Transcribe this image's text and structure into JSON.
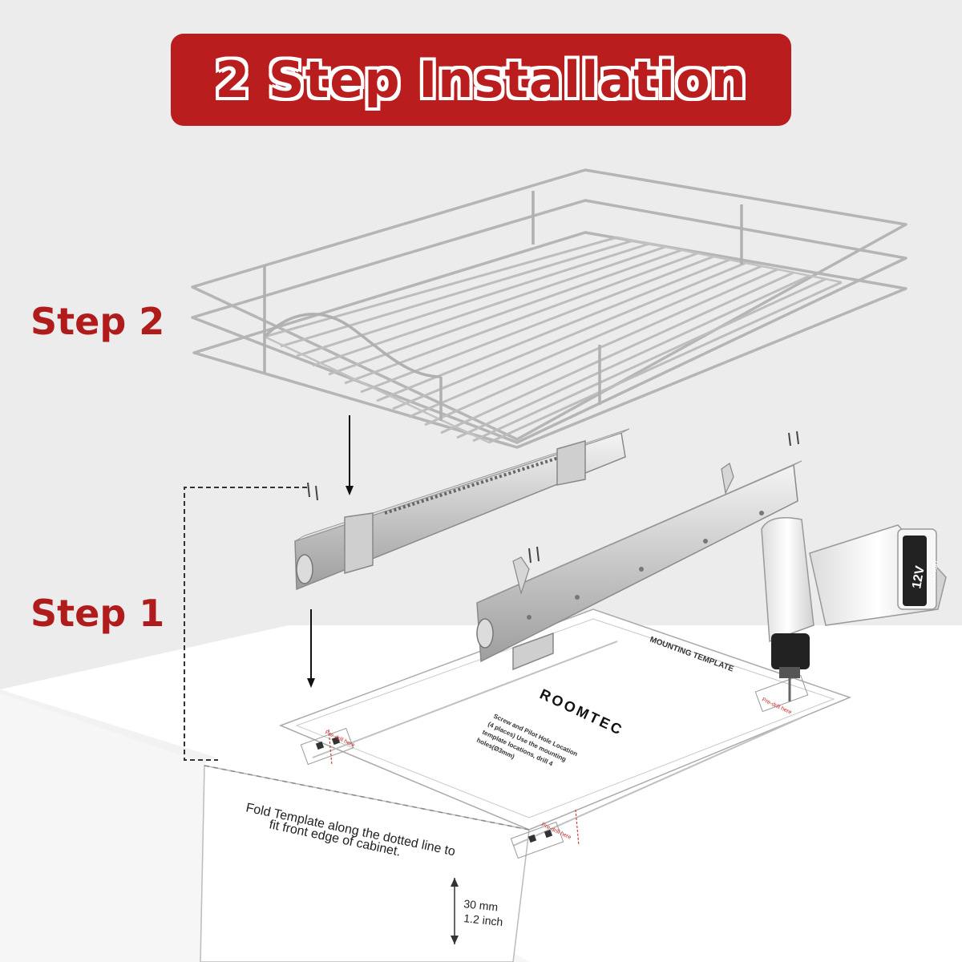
{
  "title": "2 Step Installation",
  "steps": {
    "step2": "Step 2",
    "step1": "Step 1"
  },
  "template": {
    "heading": "MOUNTING TEMPLATE",
    "brand": "ROOMTEC",
    "instructions": [
      "Screw and Pilot Hole Location",
      "(4 places) Use the mounting",
      "template locations, drill 4",
      "holes(Ø3mm)"
    ],
    "predrill": "Pre-drill here",
    "fold_note": [
      "Fold Template along the dotted line to",
      "fit front edge of cabinet."
    ],
    "dim_mm": "30 mm",
    "dim_inch": "1.2 inch"
  },
  "drill": {
    "voltage": "12V",
    "battery": "Li-ion"
  },
  "colors": {
    "banner": "#b91d1d",
    "step_text": "#b01c1c",
    "chrome": "#b9b9b9",
    "background": "#ececec"
  }
}
